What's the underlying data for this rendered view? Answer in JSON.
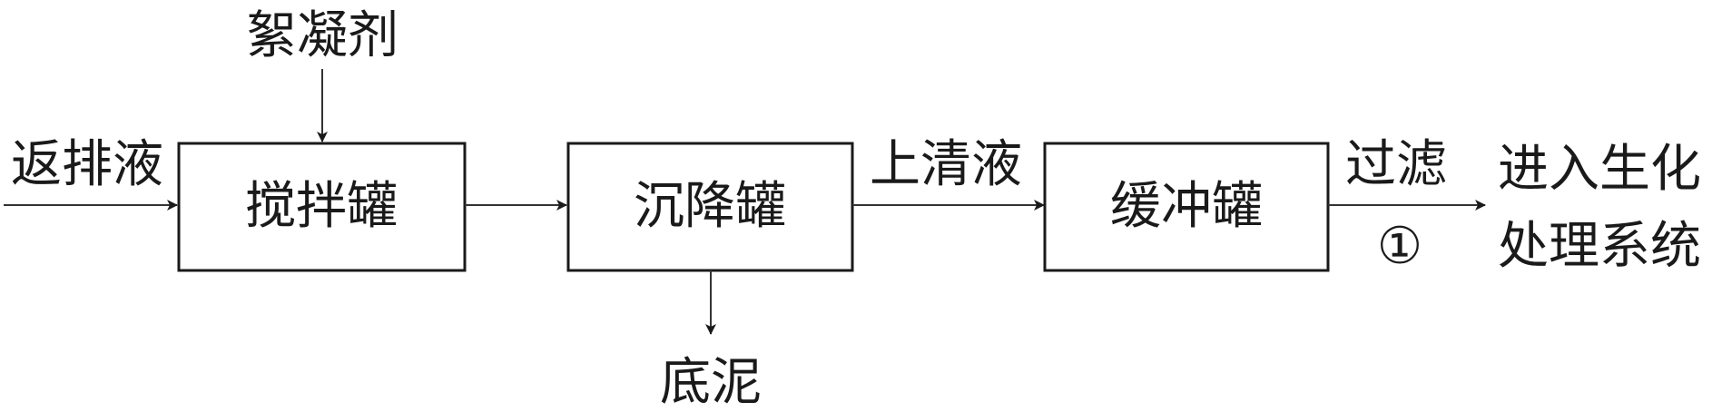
{
  "inputs": {
    "flocculant": "絮凝剂",
    "return_liquid": "返排液"
  },
  "boxes": {
    "mixing_tank": "搅拌罐",
    "settling_tank": "沉降罐",
    "buffer_tank": "缓冲罐"
  },
  "flows": {
    "supernatant": "上清液",
    "bottom_sludge": "底泥",
    "filtration": "过滤",
    "step_marker": "①"
  },
  "output": {
    "line1": "进入生化",
    "line2": "处理系统"
  }
}
